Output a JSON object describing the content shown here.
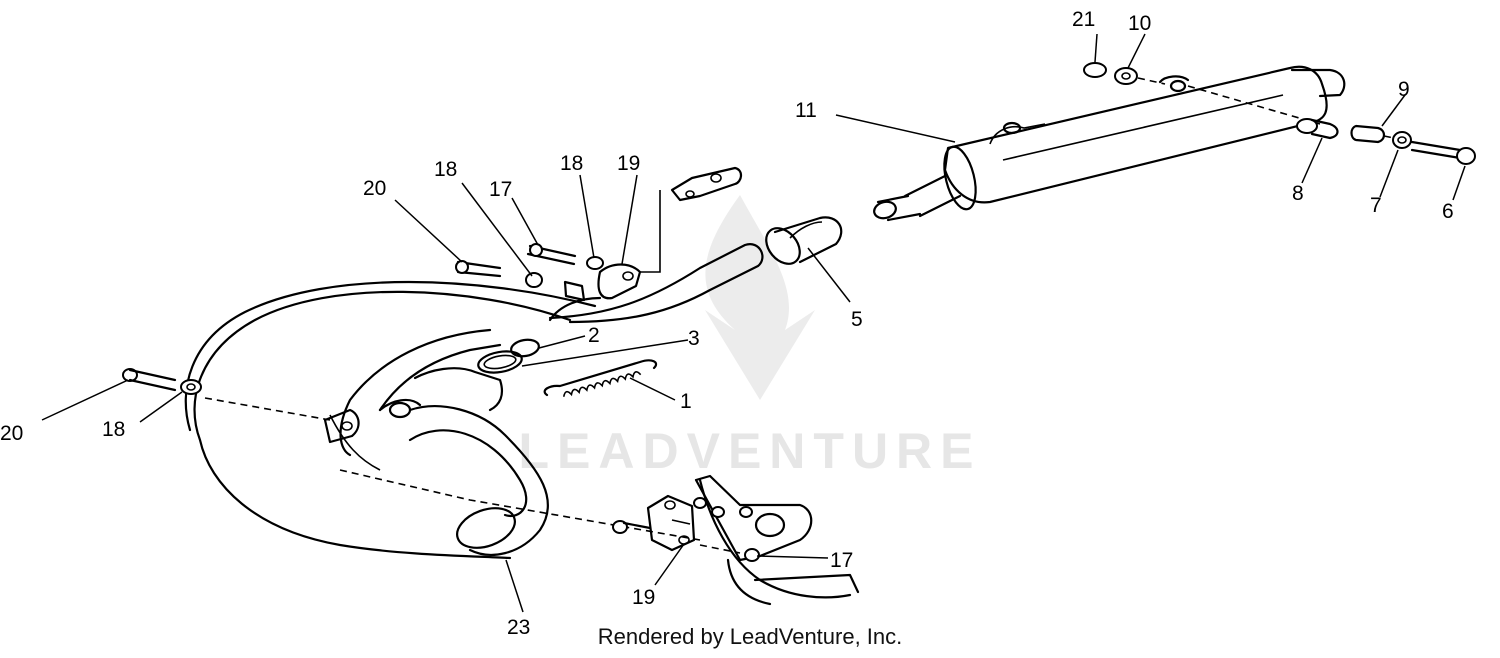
{
  "watermark": {
    "text": "LEADVENTURE"
  },
  "footer": {
    "credit": "Rendered by LeadVenture, Inc."
  },
  "callouts": [
    {
      "id": "c21",
      "label": "21"
    },
    {
      "id": "c10",
      "label": "10"
    },
    {
      "id": "c11",
      "label": "11"
    },
    {
      "id": "c9",
      "label": "9"
    },
    {
      "id": "c8",
      "label": "8"
    },
    {
      "id": "c7",
      "label": "7"
    },
    {
      "id": "c6",
      "label": "6"
    },
    {
      "id": "c20a",
      "label": "20"
    },
    {
      "id": "c18a",
      "label": "18"
    },
    {
      "id": "c17a",
      "label": "17"
    },
    {
      "id": "c18b",
      "label": "18"
    },
    {
      "id": "c19a",
      "label": "19"
    },
    {
      "id": "c5",
      "label": "5"
    },
    {
      "id": "c2",
      "label": "2"
    },
    {
      "id": "c3",
      "label": "3"
    },
    {
      "id": "c1",
      "label": "1"
    },
    {
      "id": "c20b",
      "label": "20"
    },
    {
      "id": "c18c",
      "label": "18"
    },
    {
      "id": "c17b",
      "label": "17"
    },
    {
      "id": "c19b",
      "label": "19"
    },
    {
      "id": "c23",
      "label": "23"
    }
  ]
}
